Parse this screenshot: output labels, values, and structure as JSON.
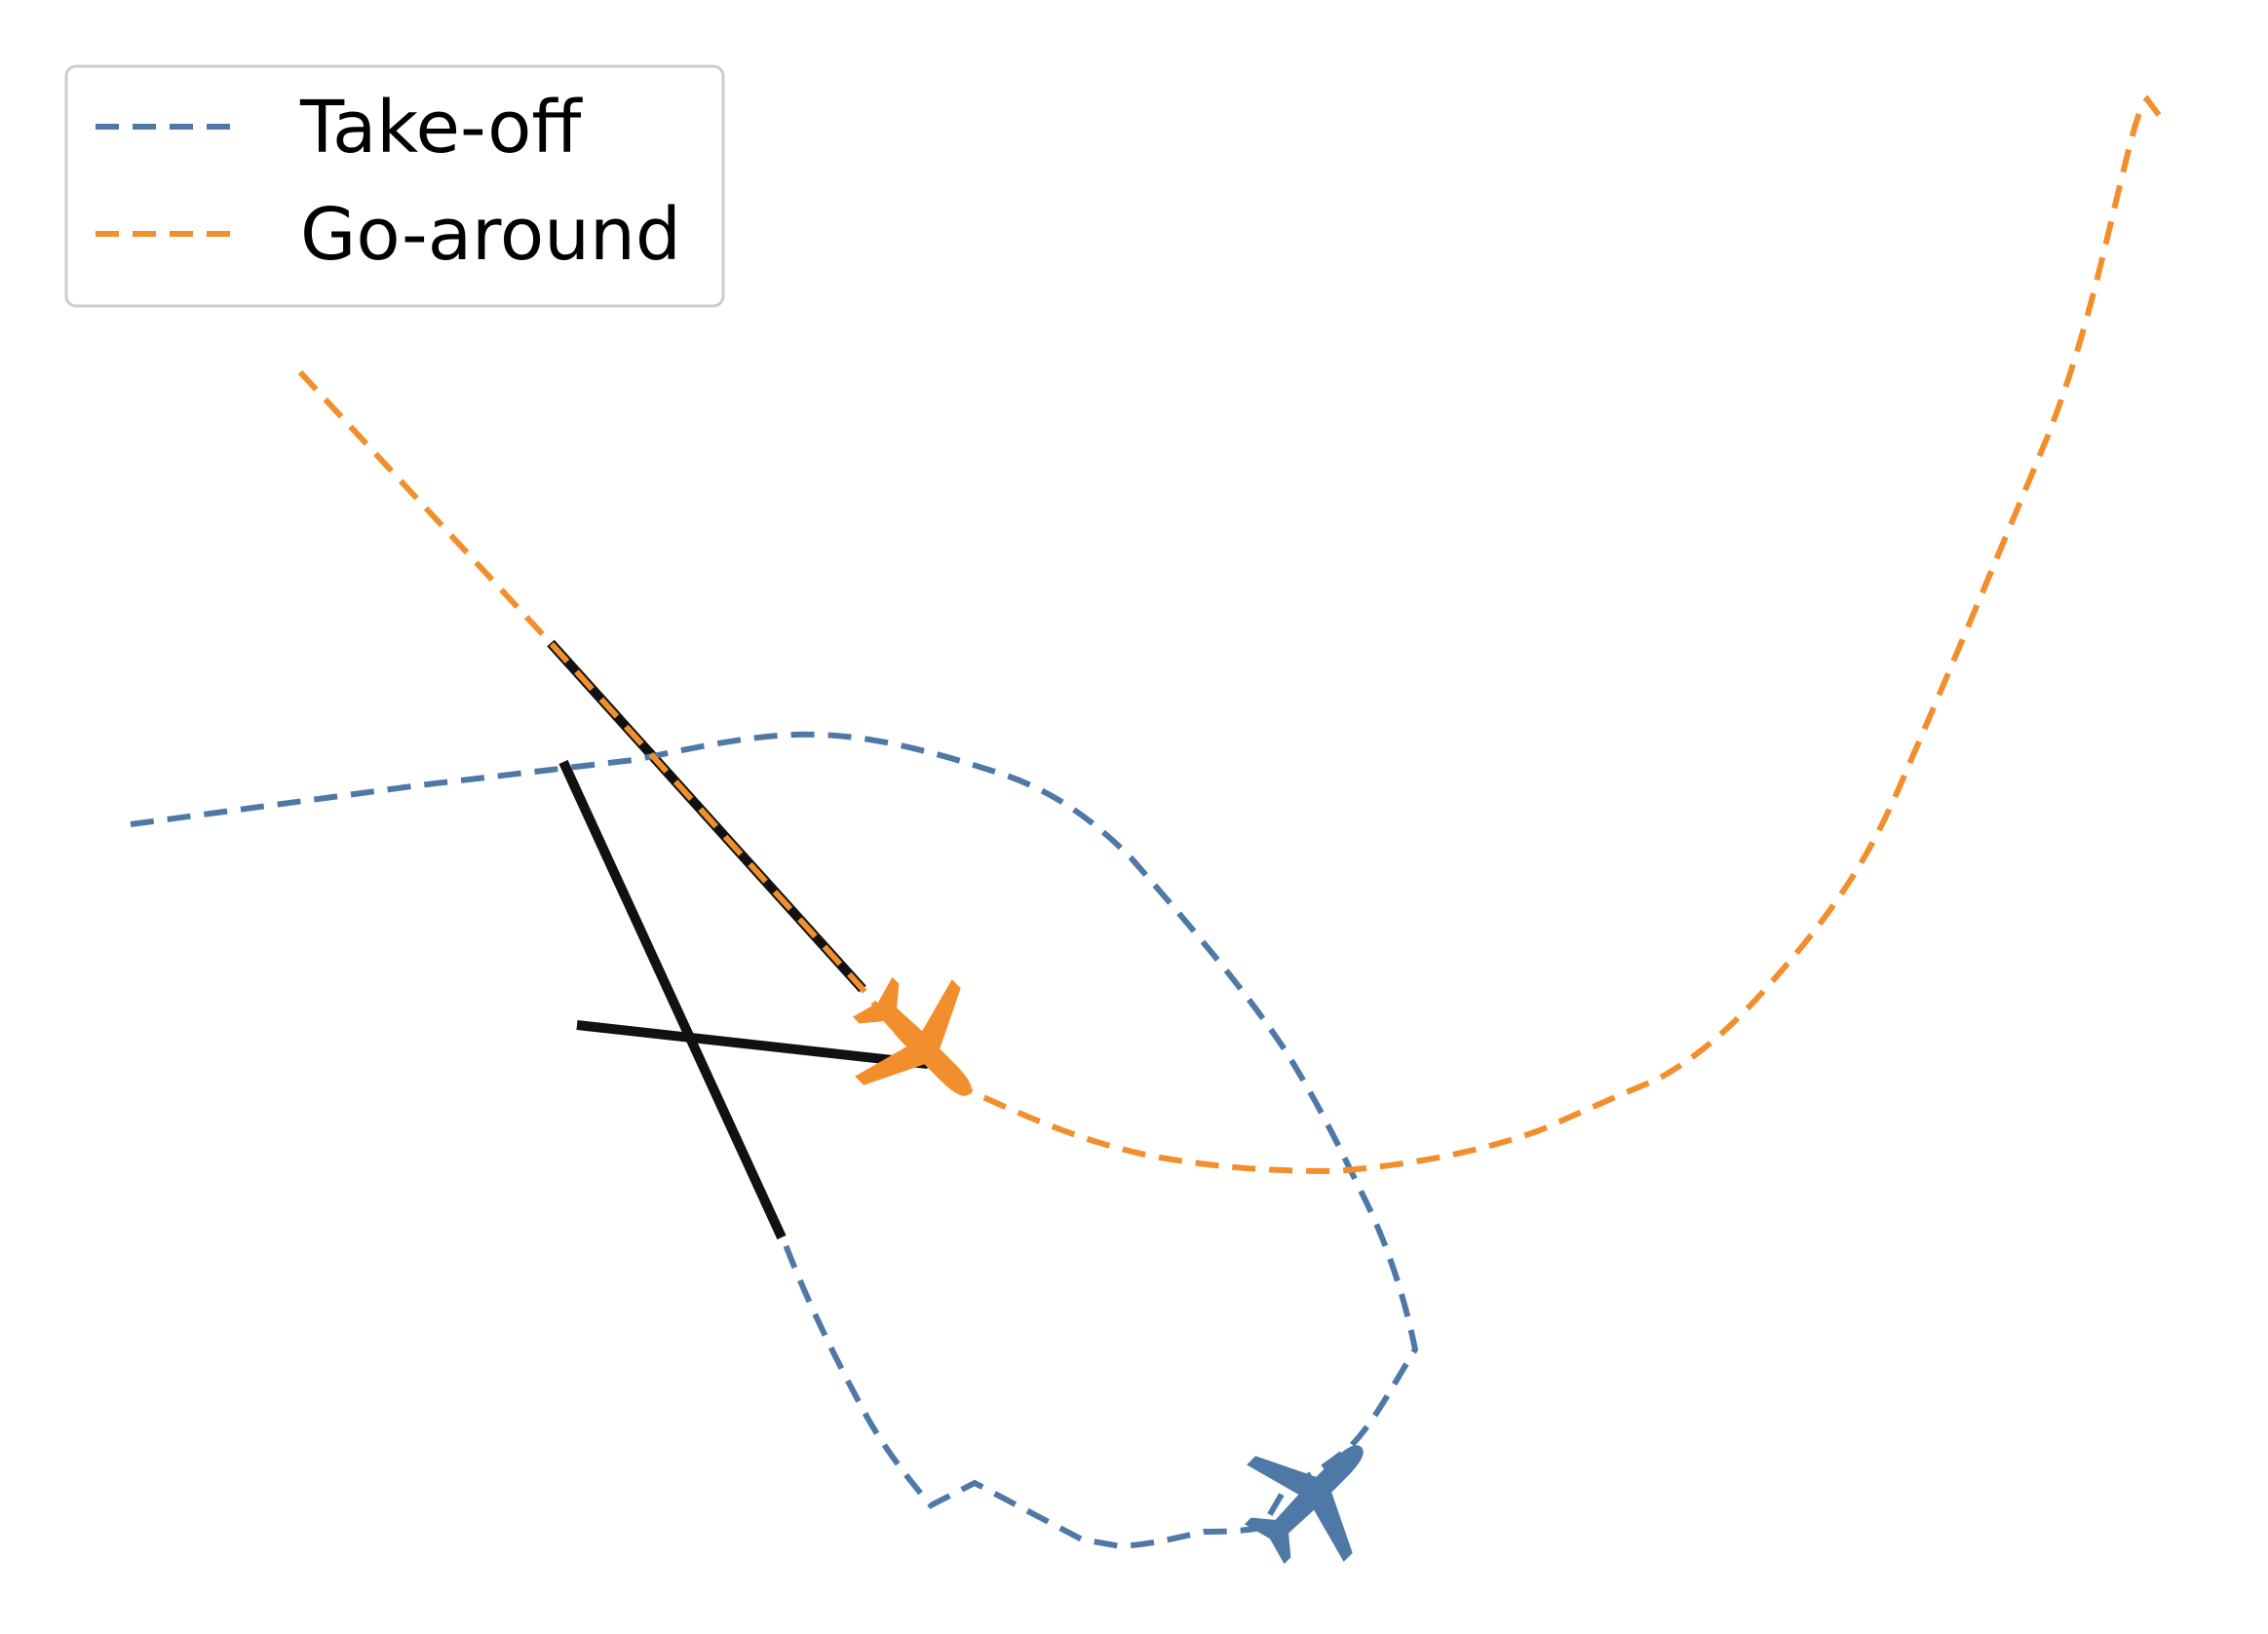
{
  "legend": {
    "items": [
      {
        "label": "Take-off",
        "color": "#4e79a7",
        "style": "dashed"
      },
      {
        "label": "Go-around",
        "color": "#f28e2b",
        "style": "dashed"
      }
    ],
    "placement": "top-left"
  },
  "colors": {
    "takeoff": "#4e79a7",
    "goaround": "#f28e2b",
    "runway": "#111111"
  },
  "icons": {
    "takeoff_aircraft": "airplane-icon",
    "goaround_aircraft": "airplane-icon"
  }
}
